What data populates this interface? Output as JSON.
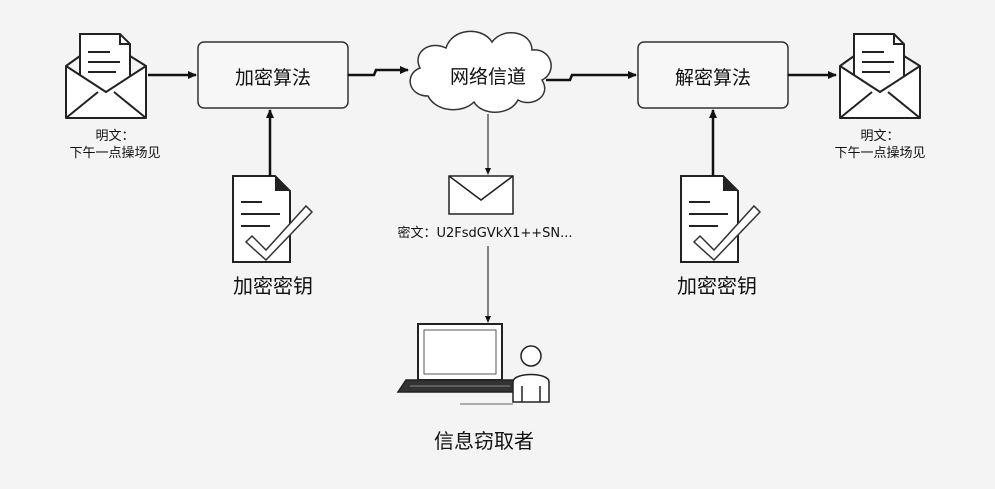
{
  "nodes": {
    "encrypt_algo": "加密算法",
    "channel": "网络信道",
    "decrypt_algo": "解密算法",
    "key_left": "加密密钥",
    "key_right": "加密密钥",
    "eavesdropper": "信息窃取者"
  },
  "plaintext_left": {
    "label": "明文：",
    "text": "下午一点操场见"
  },
  "plaintext_right": {
    "label": "明文：",
    "text": "下午一点操场见"
  },
  "ciphertext": "密文：U2FsdGVkX1++SN..."
}
